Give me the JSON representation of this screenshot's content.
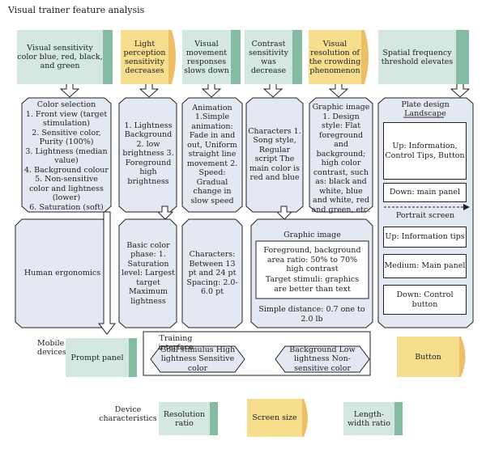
{
  "title": "Visual trainer feature analysis",
  "headers": [
    {
      "text": "Visual sensitivity color blue, red, black, and green",
      "style": "green"
    },
    {
      "text": "Light perception sensitivity decreases",
      "style": "yellow"
    },
    {
      "text": "Visual movement responses slows down",
      "style": "green"
    },
    {
      "text": "Contrast sensitivity was decrease",
      "style": "green"
    },
    {
      "text": "Visual resolution of the crowding phenomenon",
      "style": "yellow"
    },
    {
      "text": "Spatial frequency threshold elevates",
      "style": "green"
    }
  ],
  "color_selection": {
    "title": "Color selection",
    "items": [
      "1. Front view (target stimulation)",
      "2. Sensitive color, Purity (100%)",
      "3. Lightness (median value)",
      "4. Background colour",
      "5. Non-sensitive color and lightness (lower)",
      "6. Saturation (soft)"
    ]
  },
  "lightness_box": "1. Lightness Background 2. low brightness 3. Foreground high brightness",
  "animation_box": "Animation 1.Simple animation: Fade in and out, Uniform straight line movement 2. Speed: Gradual change in slow speed",
  "characters_box": "Characters 1. Song style, Regular script The main color is red and blue",
  "graphic_image_box": "Graphic image 1. Design style: Flat foreground and background; high color contrast, such as: black and white, blue and white, red and green, etc.",
  "plate_design": {
    "title": "Plate design",
    "landscape_label": "Landscape",
    "landscape_up": "Up: Information, Control Tips, Button",
    "landscape_down": "Down: main panel",
    "portrait_label": "Portrait screen",
    "portrait_up": "Up: Information tips",
    "portrait_medium": "Medium: Main panel",
    "portrait_down": "Down: Control button"
  },
  "human_ergonomics": "Human ergonomics",
  "basic_color_phase": "Basic color phase: 1. Saturation level: Largest target Maximum lightness",
  "characters_size": "Characters: Between 13 pt and 24 pt Spacing: 2.0-6.0 pt",
  "graphic_image_2": {
    "title": "Graphic image",
    "ratio": "Foreground, background area ratio: 50% to 70% high contrast",
    "stimuli": "Target stimuli: graphics are better than text",
    "distance": "Simple distance: 0.7 one to 2.0 lb"
  },
  "mobile_devices": "Mobile devices",
  "prompt_panel": "Prompt panel",
  "training_interface": {
    "title": "Training interface",
    "goal": "Goal stimulus High lightness Sensitive color",
    "background": "Background Low lightness Non-sensitive color"
  },
  "button_label": "Button",
  "device_characteristics": "Device characteristics",
  "resolution_ratio": "Resolution ratio",
  "screen_size": "Screen size",
  "length_width_ratio": "Length-width ratio",
  "colors": {
    "green_fill": "#d4e8e1",
    "green_tab": "#86bba3",
    "yellow_fill": "#f7de8e",
    "yellow_tab": "#ecbe66",
    "blue_fill": "#e4e8f3"
  }
}
